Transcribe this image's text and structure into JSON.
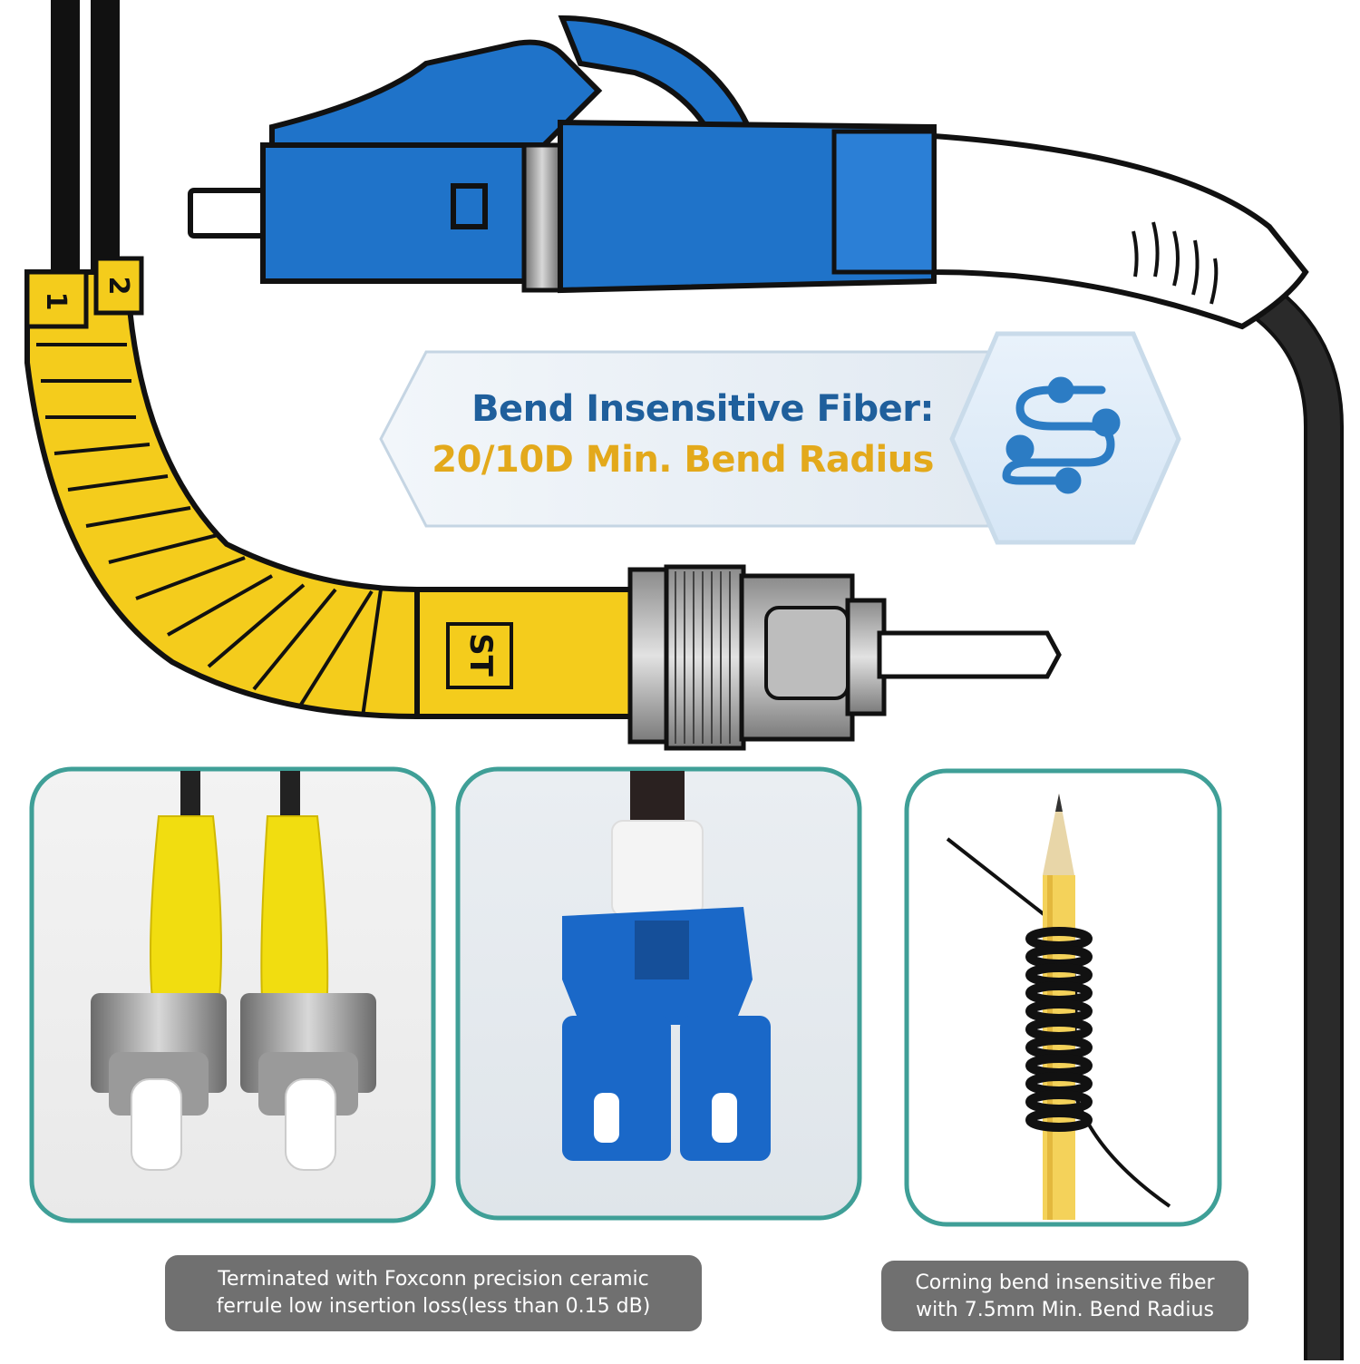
{
  "banner": {
    "line1": "Bend Insensitive Fiber:",
    "line2": "20/10D Min. Bend Radius",
    "icon": "cable-route-icon"
  },
  "connectors": {
    "st_label": "ST",
    "tag_1": "1",
    "tag_2": "2"
  },
  "photos": [
    {
      "name": "st-connector-photo",
      "icon": "st-connector-pair"
    },
    {
      "name": "lc-connector-photo",
      "icon": "lc-duplex-connector"
    },
    {
      "name": "bend-radius-photo",
      "icon": "pencil-wrapped-fiber"
    }
  ],
  "captions": {
    "left": [
      "Terminated with Foxconn precision ceramic",
      "ferrule low insertion loss(less than 0.15 dB)"
    ],
    "right": [
      "Corning bend insensitive fiber",
      "with 7.5mm Min. Bend Radius"
    ]
  },
  "colors": {
    "lc_blue": "#1f73c9",
    "st_yellow": "#f4cc1c",
    "frame_teal": "#3f9f97",
    "title_blue": "#1f5f9c",
    "title_gold": "#e3a91b",
    "caption_bg": "#707070"
  }
}
